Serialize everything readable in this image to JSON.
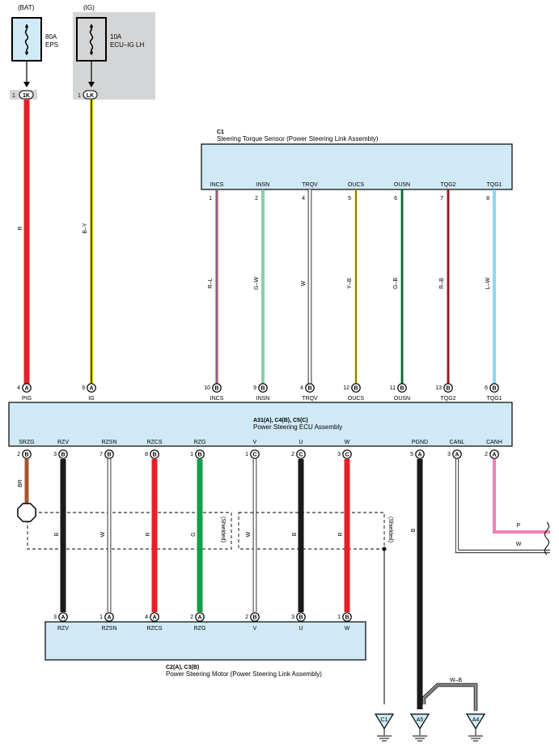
{
  "colors": {
    "R": "#e62027",
    "B": "#1a1a1a",
    "W": "#ffffff",
    "G": "#12a04b",
    "BR": "#a65530",
    "Y": "#f5e71a",
    "L": "#22a9e3",
    "P": "#ee82b8",
    "box": "#cfeaf6",
    "gray": "#d4d5d6"
  },
  "power": {
    "bat": {
      "source": "(BAT)",
      "amp": "80A",
      "name": "EPS"
    },
    "ig": {
      "source": "(IG)",
      "amp": "10A",
      "name": "ECU–IG LH"
    },
    "junc_bat": {
      "pin": "1",
      "conn": "1K"
    },
    "junc_ig": {
      "pin": "1",
      "conn": "LK"
    }
  },
  "sensor": {
    "id": "C1",
    "name": "Steering Torque Sensor (Power Steering Link Assembly)",
    "pins": [
      {
        "name": "INCS",
        "num": "1",
        "wire": "R–L",
        "c1": "R",
        "c2": "L",
        "ecu_pin": "10",
        "ecu_conn": "B"
      },
      {
        "name": "INSN",
        "num": "2",
        "wire": "G–W",
        "c1": "G",
        "c2": "W",
        "ecu_pin": "9",
        "ecu_conn": "B"
      },
      {
        "name": "TRQV",
        "num": "4",
        "wire": "W",
        "c1": "W",
        "c2": "W",
        "ecu_pin": "4",
        "ecu_conn": "B"
      },
      {
        "name": "OUCS",
        "num": "5",
        "wire": "Y–B",
        "c1": "Y",
        "c2": "B",
        "ecu_pin": "12",
        "ecu_conn": "B"
      },
      {
        "name": "OUSN",
        "num": "6",
        "wire": "G–B",
        "c1": "G",
        "c2": "B",
        "ecu_pin": "11",
        "ecu_conn": "B"
      },
      {
        "name": "TQG2",
        "num": "7",
        "wire": "R–B",
        "c1": "R",
        "c2": "B",
        "ecu_pin": "13",
        "ecu_conn": "B"
      },
      {
        "name": "TQG1",
        "num": "8",
        "wire": "L–W",
        "c1": "L",
        "c2": "W",
        "ecu_pin": "6",
        "ecu_conn": "B"
      }
    ]
  },
  "ecu": {
    "id": "A31(A), C4(B), C5(C)",
    "name": "Power Steering ECU Assembly",
    "top_left": [
      {
        "name": "PIG",
        "num": "4",
        "conn": "A",
        "wire": "R"
      },
      {
        "name": "IG",
        "num": "9",
        "conn": "A",
        "wire": "B–Y"
      }
    ],
    "bottom": [
      {
        "name": "SRZG",
        "num": "2",
        "conn": "B",
        "wire": "BR"
      },
      {
        "name": "RZV",
        "num": "3",
        "conn": "B",
        "wire": "B"
      },
      {
        "name": "RZSN",
        "num": "7",
        "conn": "B",
        "wire": "W"
      },
      {
        "name": "RZCS",
        "num": "8",
        "conn": "B",
        "wire": "R"
      },
      {
        "name": "RZG",
        "num": "1",
        "conn": "B",
        "wire": "G"
      },
      {
        "name": "V",
        "num": "1",
        "conn": "C",
        "wire": "W"
      },
      {
        "name": "U",
        "num": "2",
        "conn": "C",
        "wire": "B"
      },
      {
        "name": "W",
        "num": "3",
        "conn": "C",
        "wire": "R"
      },
      {
        "name": "PGND",
        "num": "5",
        "conn": "A",
        "wire": "B"
      },
      {
        "name": "CANL",
        "num": "3",
        "conn": "A",
        "wire": "W"
      },
      {
        "name": "CANH",
        "num": "2",
        "conn": "A",
        "wire": "P"
      }
    ]
  },
  "motor": {
    "id": "C2(A), C3(B)",
    "name": "Power Steering Motor (Power Steering Link Assembly)",
    "pins": [
      {
        "name": "RZV",
        "num": "3",
        "conn": "A"
      },
      {
        "name": "RZSN",
        "num": "1",
        "conn": "A"
      },
      {
        "name": "RZCS",
        "num": "4",
        "conn": "A"
      },
      {
        "name": "RZG",
        "num": "2",
        "conn": "A"
      },
      {
        "name": "V",
        "num": "2",
        "conn": "B"
      },
      {
        "name": "U",
        "num": "3",
        "conn": "B"
      },
      {
        "name": "W",
        "num": "1",
        "conn": "B"
      }
    ]
  },
  "shield_label": "(Shielded)",
  "can_wires": {
    "canh": "P",
    "canl": "W"
  },
  "grounds": [
    {
      "id": "C1"
    },
    {
      "id": "A5"
    },
    {
      "id": "A4",
      "wire": "W–B"
    }
  ]
}
